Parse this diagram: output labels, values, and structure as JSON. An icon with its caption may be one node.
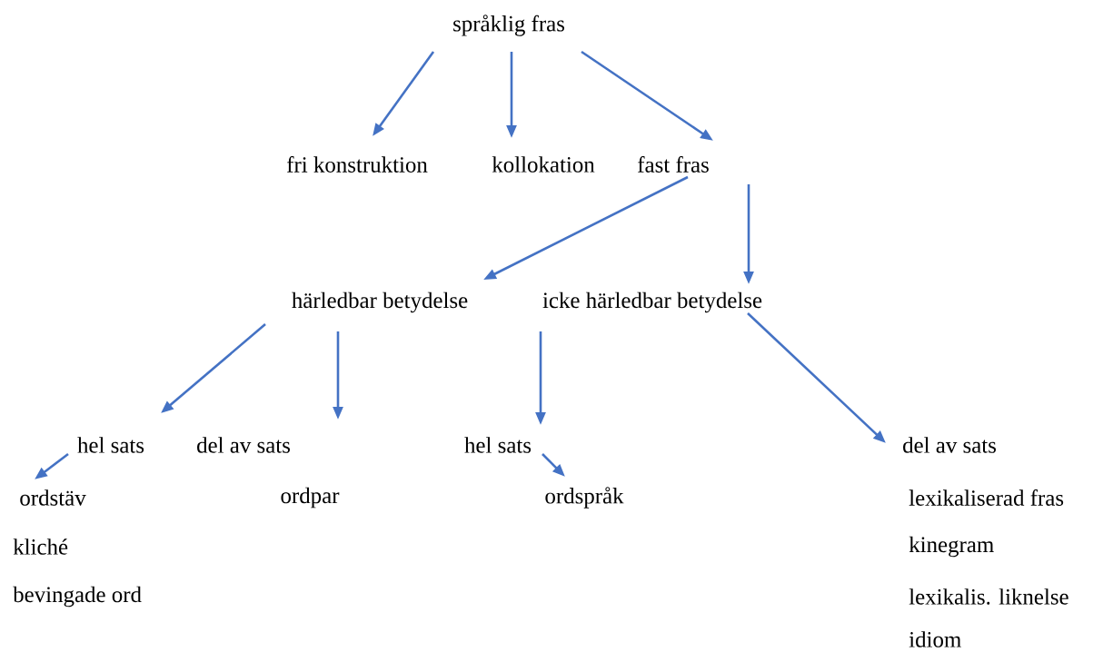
{
  "diagram": {
    "nodes": [
      {
        "text": [
          "språklig fras"
        ]
      },
      {
        "text": [
          "fri konstruktion"
        ]
      },
      {
        "text": [
          "kollokation"
        ]
      },
      {
        "text": [
          "fast fras"
        ]
      },
      {
        "text": [
          "härledbar betydelse"
        ]
      },
      {
        "text": [
          "icke härledbar betydelse"
        ]
      },
      {
        "text": [
          "hel sats"
        ]
      },
      {
        "text": [
          "del av sats"
        ]
      },
      {
        "text": [
          "hel sats"
        ]
      },
      {
        "text": [
          "del av sats"
        ]
      },
      {
        "text": [
          "ordstäv"
        ]
      },
      {
        "text": [
          "ordspråk"
        ]
      }
    ],
    "edges": [
      {
        "from": 0,
        "to": 1,
        "arrow": "to"
      },
      {
        "from": 0,
        "to": 2,
        "arrow": "to"
      },
      {
        "from": 0,
        "to": 3,
        "arrow": "to"
      },
      {
        "from": 3,
        "to": 4,
        "arrow": "to"
      },
      {
        "from": 3,
        "to": 5,
        "arrow": "to"
      },
      {
        "from": 4,
        "to": 6,
        "arrow": "to"
      },
      {
        "from": 4,
        "to": 7,
        "arrow": "to"
      },
      {
        "from": 5,
        "to": 8,
        "arrow": "to"
      },
      {
        "from": 5,
        "to": 9,
        "arrow": "to"
      },
      {
        "from": 6,
        "to": 10,
        "arrow": "to"
      },
      {
        "from": 8,
        "to": 11,
        "arrow": "to"
      }
    ],
    "labels": [
      "kliché",
      "bevingade ord",
      "ordpar",
      "lexikaliserad fras",
      "kinegram",
      "lexikalis. liknelse",
      "idiom"
    ]
  }
}
